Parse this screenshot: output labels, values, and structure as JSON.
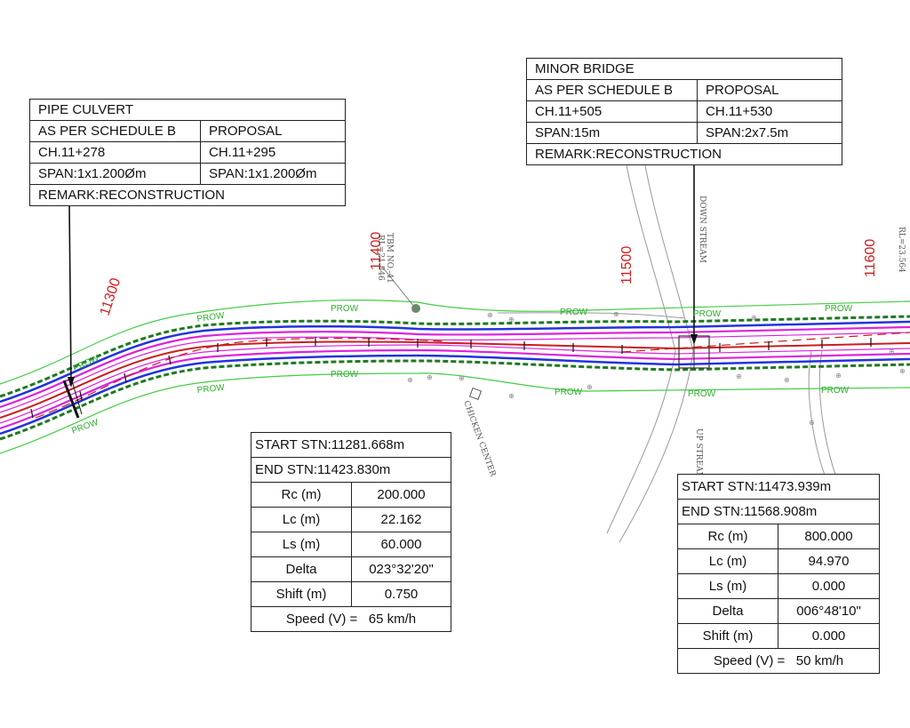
{
  "chainage_labels": [
    "11300",
    "11400",
    "11500",
    "11600"
  ],
  "prow_label": "PROW",
  "annotations": {
    "tbm": "TBM NO.-41",
    "tbm_rl": "RL=21.846",
    "rl_right": "RL=23.564",
    "down_stream": "DOWN STREAM",
    "up_stream": "UP STREAM",
    "chicken_center": "CHICKEN CENTER"
  },
  "pipe_culvert": {
    "title": "PIPE CULVERT",
    "col1_head": "AS PER SCHEDULE B",
    "col2_head": "PROPOSAL",
    "col1_ch": "CH.11+278",
    "col2_ch": "CH.11+295",
    "col1_span": "SPAN:1x1.200Øm",
    "col2_span": "SPAN:1x1.200Øm",
    "remark": "REMARK:RECONSTRUCTION"
  },
  "minor_bridge": {
    "title": "MINOR BRIDGE",
    "col1_head": "AS PER SCHEDULE B",
    "col2_head": "PROPOSAL",
    "col1_ch": "CH.11+505",
    "col2_ch": "CH.11+530",
    "col1_span": "SPAN:15m",
    "col2_span": "SPAN:2x7.5m",
    "remark": "REMARK:RECONSTRUCTION"
  },
  "curve1": {
    "start": "START STN:11281.668m",
    "end": "END STN:11423.830m",
    "rows": [
      {
        "label": "Rc (m)",
        "value": "200.000"
      },
      {
        "label": "Lc (m)",
        "value": "22.162"
      },
      {
        "label": "Ls (m)",
        "value": "60.000"
      },
      {
        "label": "Delta",
        "value": "023°32'20\""
      },
      {
        "label": "Shift (m)",
        "value": "0.750"
      }
    ],
    "speed": "Speed (V) =   65 km/h"
  },
  "curve2": {
    "start": "START STN:11473.939m",
    "end": "END STN:11568.908m",
    "rows": [
      {
        "label": "Rc (m)",
        "value": "800.000"
      },
      {
        "label": "Lc (m)",
        "value": "94.970"
      },
      {
        "label": "Ls (m)",
        "value": "0.000"
      },
      {
        "label": "Delta",
        "value": "006°48'10\""
      },
      {
        "label": "Shift (m)",
        "value": "0.000"
      }
    ],
    "speed": "Speed (V) =   50 km/h"
  },
  "colors": {
    "centerline": "#c81e1e",
    "carriageway": "#2233dd",
    "shoulder": "#dd22dd",
    "prow": "#44cc44",
    "hedge": "#1f7a1f"
  }
}
